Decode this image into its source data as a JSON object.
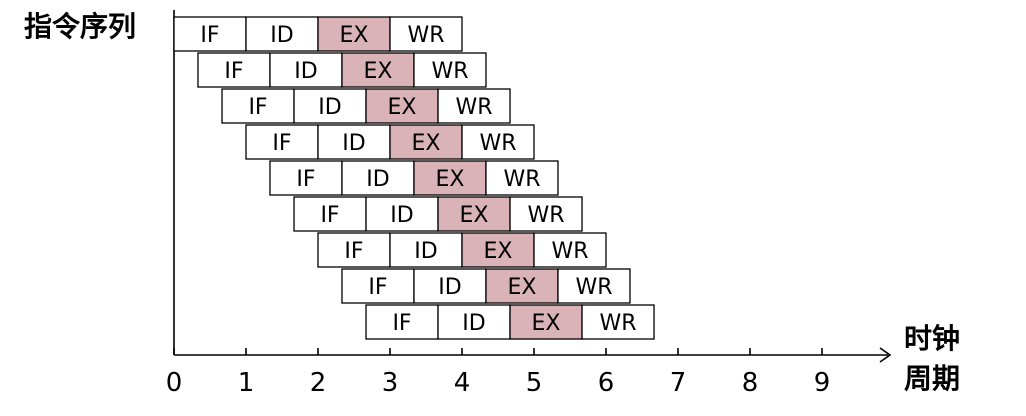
{
  "axes": {
    "y_title": "指令序列",
    "x_title_line1": "时钟",
    "x_title_line2": "周期",
    "x_ticks": [
      "0",
      "1",
      "2",
      "3",
      "4",
      "5",
      "6",
      "7",
      "8",
      "9"
    ]
  },
  "stages": [
    "IF",
    "ID",
    "EX",
    "WR"
  ],
  "instruction_starts": [
    0,
    0.333,
    0.667,
    1.0,
    1.333,
    1.667,
    2.0,
    2.333,
    2.667
  ],
  "colors": {
    "highlight": "#d9b3b8",
    "stroke": "#000000"
  }
}
